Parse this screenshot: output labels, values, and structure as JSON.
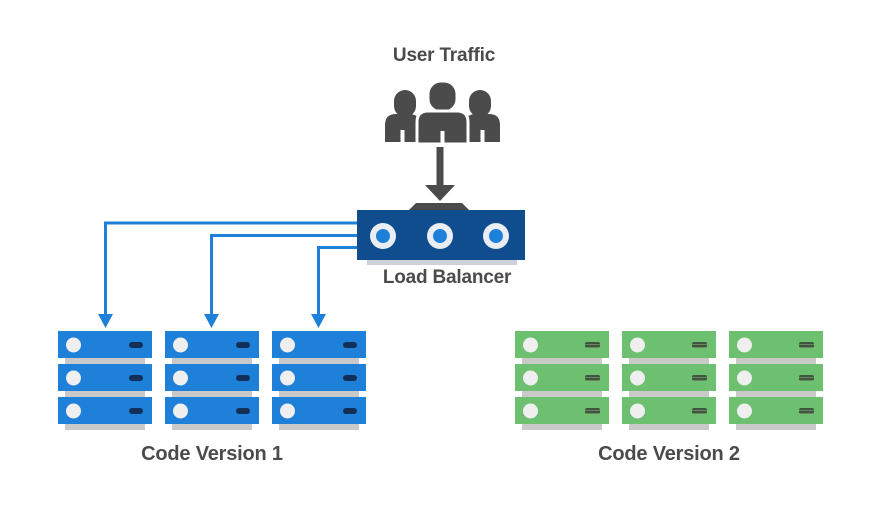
{
  "labels": {
    "user_traffic": "User Traffic",
    "load_balancer": "Load Balancer",
    "cluster_1": "Code Version 1",
    "cluster_2": "Code Version 2"
  },
  "structure": {
    "load_balancer_ports": 3,
    "cluster_1": {
      "stacks": 3,
      "servers_per_stack": 3,
      "connected_to_load_balancer": true
    },
    "cluster_2": {
      "stacks": 3,
      "servers_per_stack": 3,
      "connected_to_load_balancer": false
    }
  },
  "colors": {
    "bright_blue": "#1e80d8",
    "deep_blue": "#0f4d8f",
    "green": "#6cc06f",
    "navy_vent": "#123057",
    "green_vent": "#40553f",
    "dark_gray": "#4b4b4b",
    "shadow_gray": "#c9c9c9",
    "led_white": "#efefef",
    "ring_white": "#e9eef4",
    "lb_shadow": "#ccd1d7"
  }
}
